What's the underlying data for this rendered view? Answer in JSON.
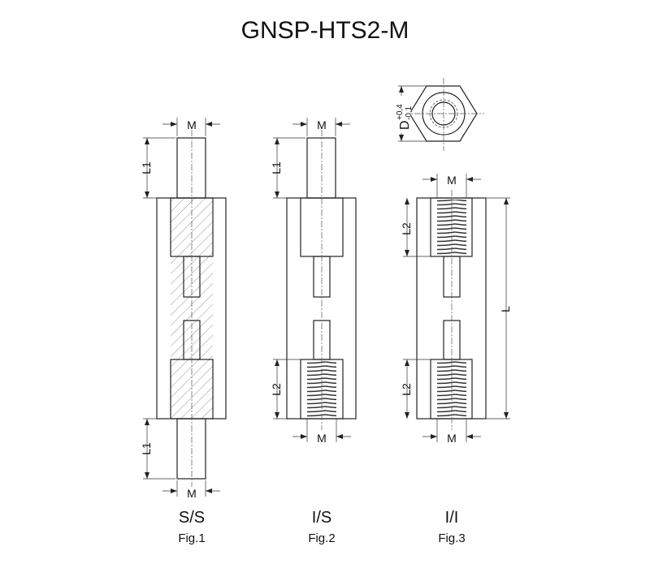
{
  "title": "GNSP-HTS2-M",
  "hex_view": {
    "dimension_label": "D",
    "tolerance_upper": "+0,4",
    "tolerance_lower": "-0,1"
  },
  "figures": [
    {
      "type": "S/S",
      "caption": "Fig.1",
      "top_dim": "M",
      "bottom_dim": "M",
      "top_length": "L1",
      "bottom_length": "L1"
    },
    {
      "type": "I/S",
      "caption": "Fig.2",
      "top_dim": "M",
      "bottom_dim": "M",
      "top_length": "L1",
      "bottom_length": "L2"
    },
    {
      "type": "I/I",
      "caption": "Fig.3",
      "top_dim": "M",
      "bottom_dim": "M",
      "top_length": "L2",
      "bottom_length": "L2",
      "overall_length": "L"
    }
  ]
}
